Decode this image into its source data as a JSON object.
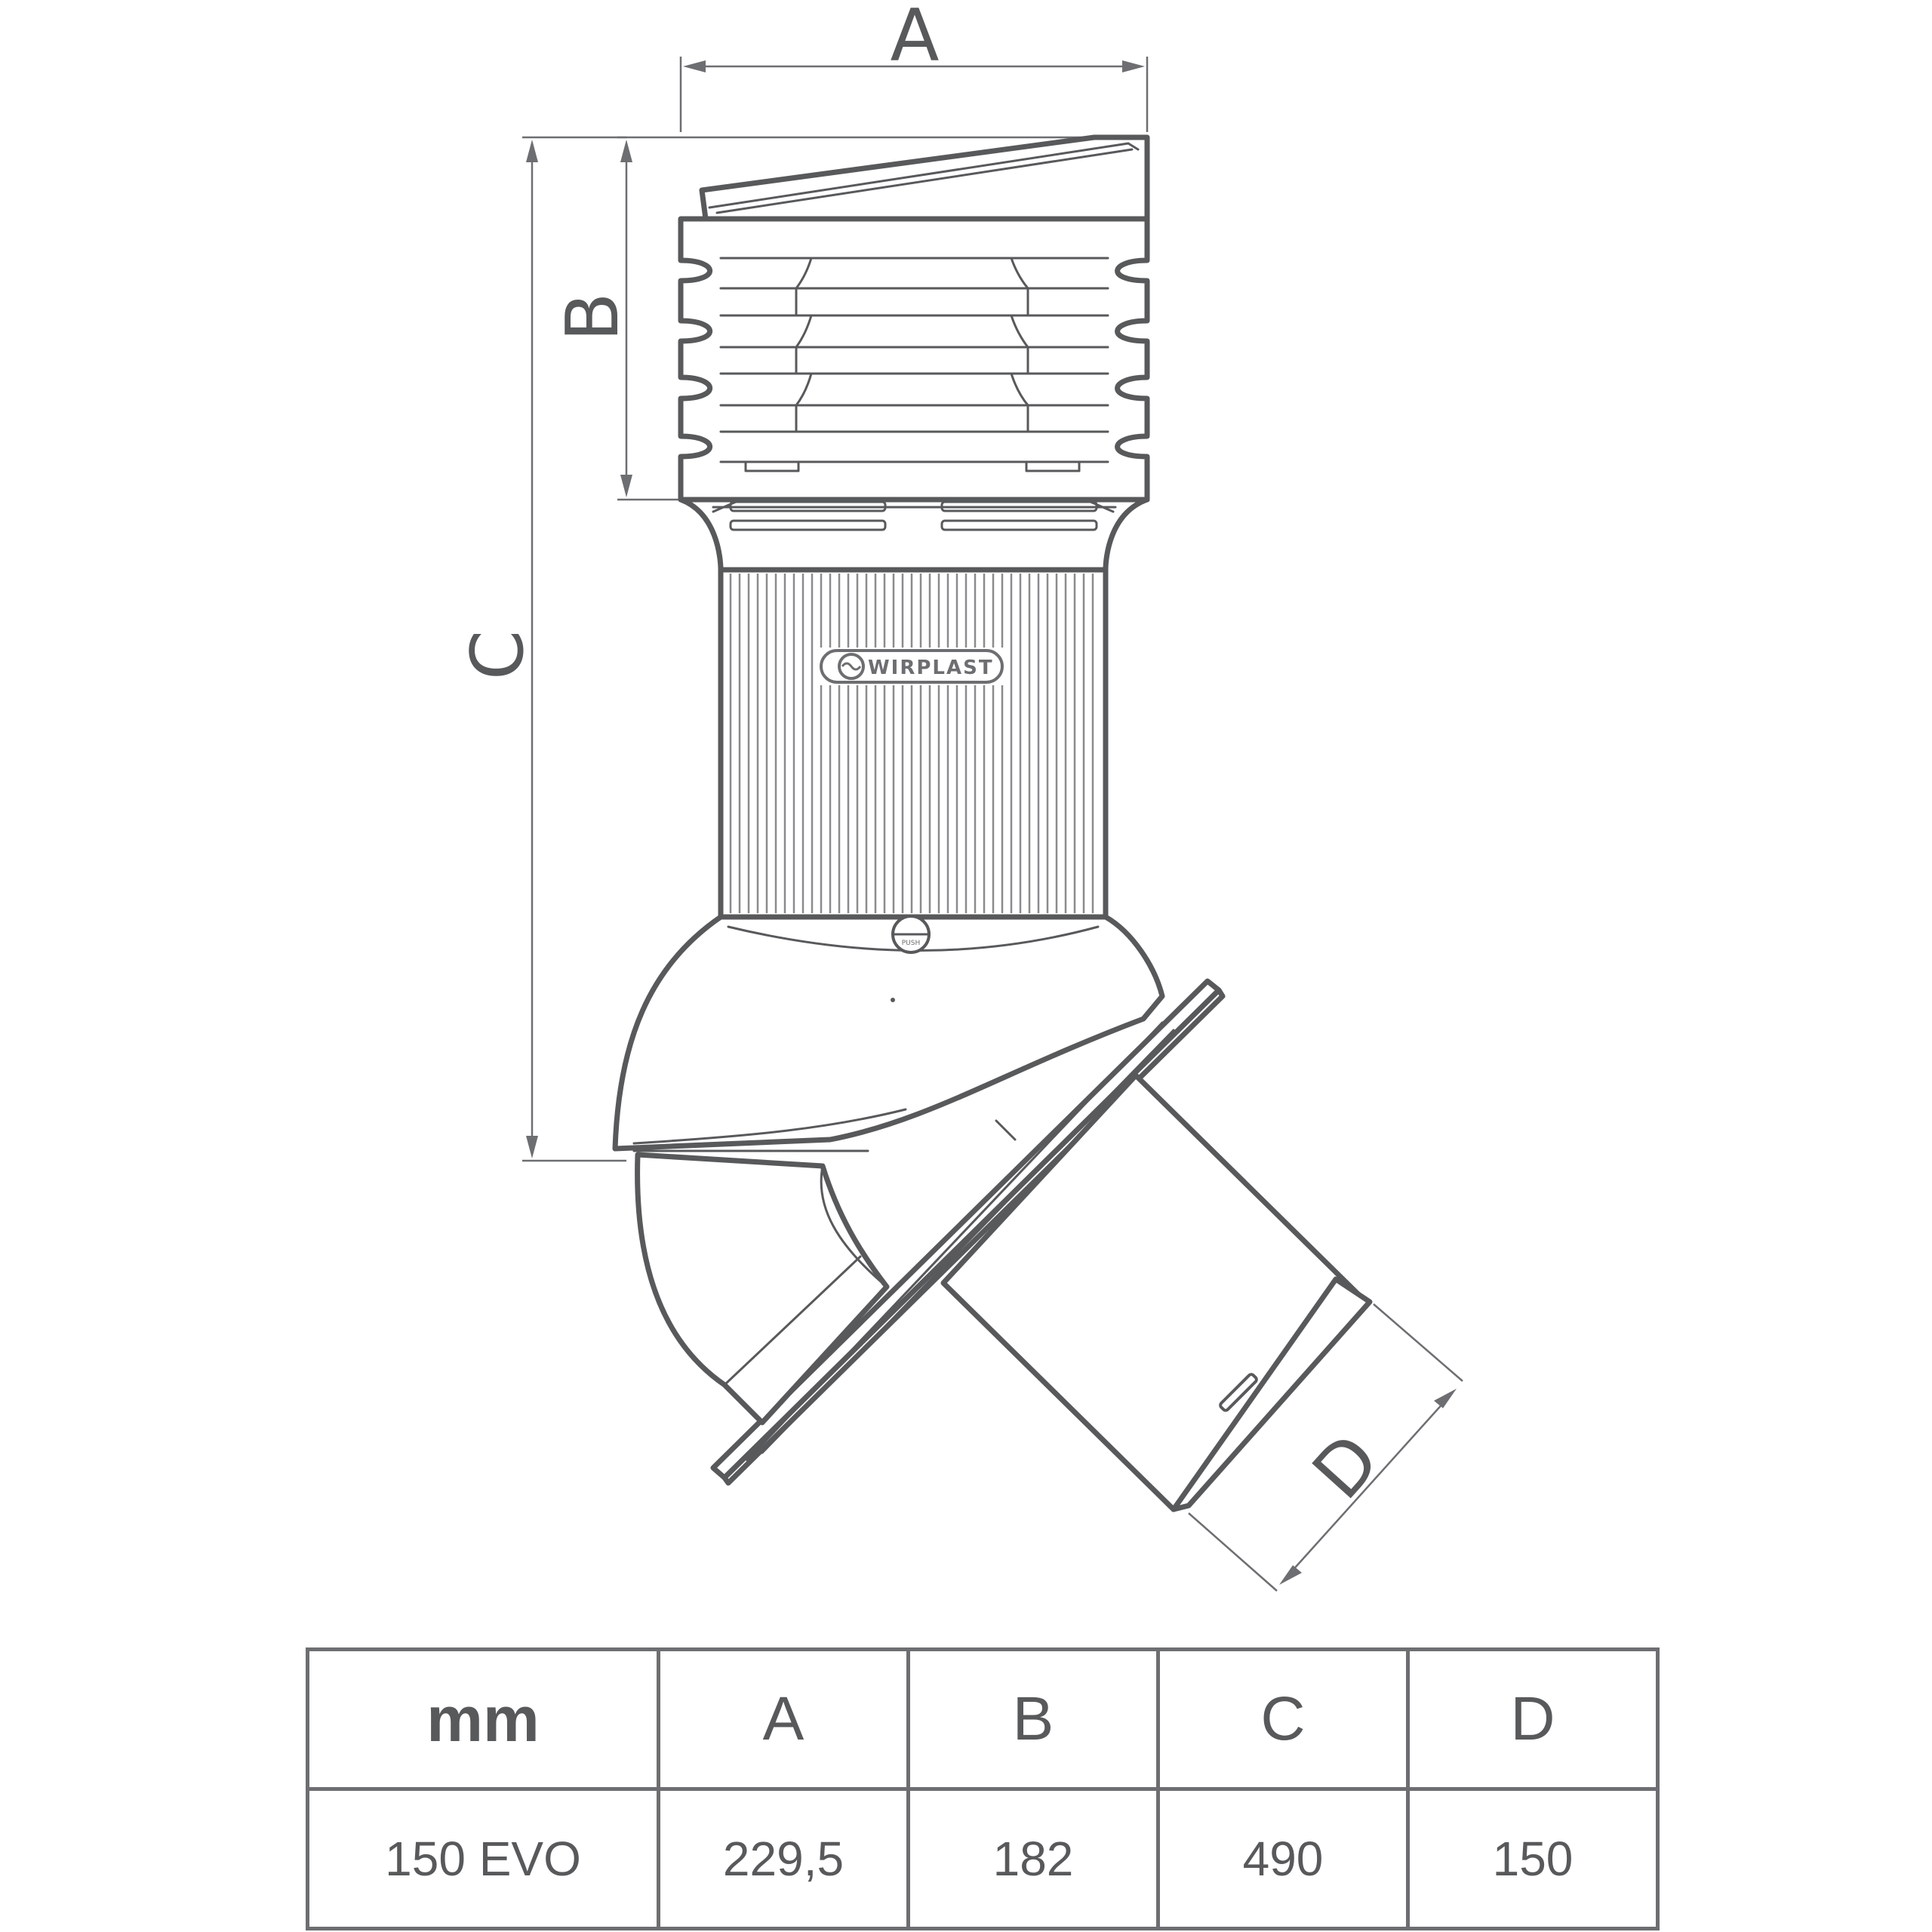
{
  "diagram": {
    "dimension_labels": {
      "a": "A",
      "b": "B",
      "c": "C",
      "d": "D"
    },
    "logo_text": "WIRPLAST",
    "push_text": "PUSH",
    "colors": {
      "line": "#58595b",
      "background": "#ffffff"
    }
  },
  "table": {
    "header": {
      "unit": "mm",
      "a": "A",
      "b": "B",
      "c": "C",
      "d": "D"
    },
    "row": {
      "model": "150 EVO",
      "a": "229,5",
      "b": "182",
      "c": "490",
      "d": "150"
    }
  }
}
